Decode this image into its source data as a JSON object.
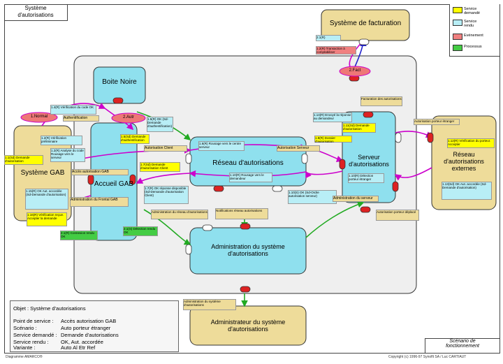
{
  "title": "Système\nd'autorisations",
  "legend": [
    {
      "label": "Service\ndemandé",
      "color": "#ffff00"
    },
    {
      "label": "Service\nrendu",
      "color": "#b8eef6"
    },
    {
      "label": "Evénement",
      "color": "#f08080"
    },
    {
      "label": "Processus",
      "color": "#44cc44"
    }
  ],
  "systems": {
    "facturation": "Système de facturation",
    "boite_noire": "Boite Noire",
    "gab": "Système GAB",
    "accueil": "Accueil GAB",
    "reseau": "Réseau d'autorisations",
    "serveur": "Serveur\nd'autorisations",
    "reseau_ext": "Réseau\nd'autorisations\nexternes",
    "admin_sys": "Administration du système\nd'autorisations",
    "administrateur": "Administrateur du système\nd'autorisations"
  },
  "events": {
    "normal": "1.Normal",
    "autre": "2.Autr",
    "fact": "2.Fact"
  },
  "labels": [
    "1.2(R) Transaction à comptabiliser",
    "2.1(R)",
    "1.4(R) Vérification du code OK",
    "Authentification",
    "1.5(R) OK (Sd-Demande d'authentification)",
    "1.5(Sd) Demande d'authentification",
    "1.2(R) Vérification préliminaire",
    "1.2(R) Analyse du code Rousage vers le serveur",
    "1.1(Sd) Demande d'autorisation",
    "Accès autorisation GAB",
    "1.7(Sd) Demande d'autorisation Client",
    "Autorisation Client",
    "1.6(R) Rousage vers le centre serveur",
    "Autorisation Serveur",
    "1.10(R) Rousage vers le demandeur",
    "1.7(R) OK réponse disponible (Sd-Demande d'autorisation Client)",
    "1.11(Sd) Demande d'autorisation",
    "1.14(R) Envoyé la réponse au demandeur",
    "1.8(R) Dossier d'autorisation",
    "Facturation des autorisations",
    "Autorisation porteur étranger",
    "1.12(R) Vérification du porteur. Accepter",
    "1.10(R) Détection porteur étranger",
    "1.13(Sd) OK Aut. accordée (Sd-Demande d'autorisation)",
    "1.10(S) OK (Sd-Ordre autorisation serveur)",
    "Administration du serveur",
    "Autorisation porteur déplacé",
    "1.15(R) OK Aut. accordée (Sd-Demande d'autorisation)",
    "1.16(R) Vérification reçue. Accepter la demande",
    "Administration du Frontal GAB",
    "2.1(S) Détection rendu OK",
    "2.1(R) Connexion rendu OK",
    "Administration du réseau d'autorisations",
    "Notifications réseau autorisations",
    "Administration du système d'autorisations"
  ],
  "info": {
    "heading": "Objet : Système d'autorisations",
    "rows": [
      {
        "k": "Point de service :",
        "v": "Accès autorisation GAB"
      },
      {
        "k": "Scénario :",
        "v": "Auto porteur étranger"
      },
      {
        "k": "Service demandé :",
        "v": "Demande d'autorisations"
      },
      {
        "k": "Service rendu :",
        "v": "OK, Aut. accordée"
      },
      {
        "k": "Variante :",
        "v": "Auto Al Etr Ref"
      }
    ]
  },
  "scenario_box": "Scénario de\nfonctionnement",
  "footer_left": "Diagramme AMARCO®",
  "footer_right": "Copyright (c)   1996-97 Synoflt SA  /  Luc CARTIAUT"
}
